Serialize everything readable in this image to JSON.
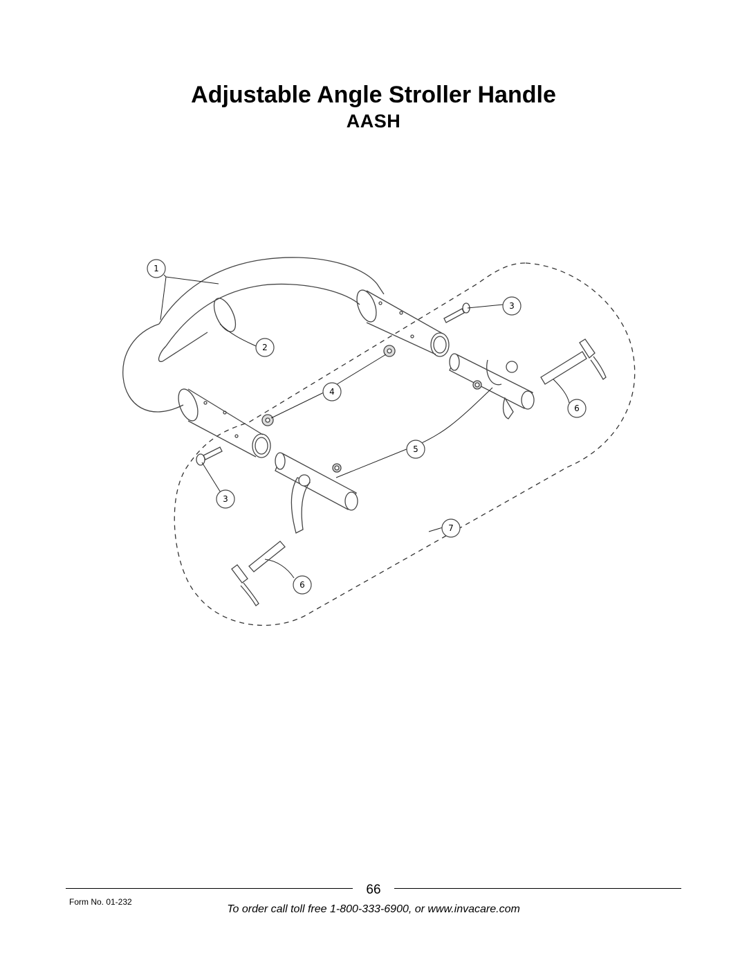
{
  "header": {
    "title": "Adjustable Angle Stroller Handle",
    "model_code": "AASH"
  },
  "diagram": {
    "callouts": [
      "1",
      "2",
      "3",
      "3",
      "4",
      "5",
      "6",
      "6",
      "7"
    ]
  },
  "footer": {
    "page_number": "66",
    "form_number": "Form No. 01-232",
    "order_line": "To order call toll free 1-800-333-6900, or www.invacare.com"
  }
}
